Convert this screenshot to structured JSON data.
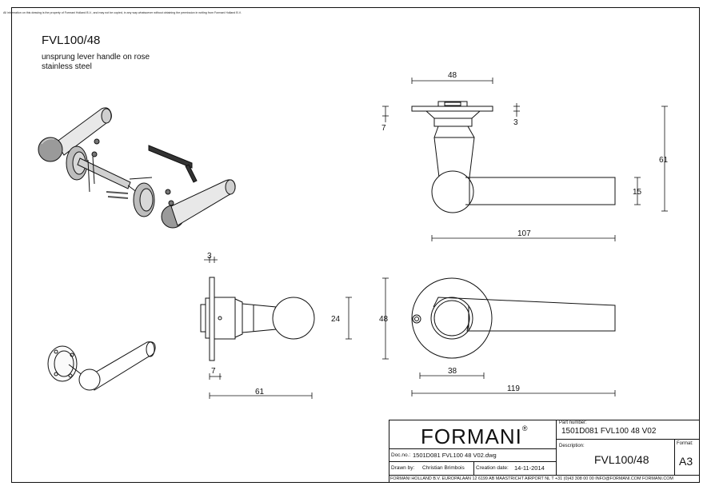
{
  "notice": "All information on this drawing is the property of Formani Holland B.V., and may not be copied, in any way whatsoever without obtaining the permission in writing from Formani Holland B.V.",
  "header": {
    "title": "FVL100/48",
    "description_line1": "unsprung lever handle on rose",
    "description_line2": "stainless steel"
  },
  "dimensions": {
    "top_width": "48",
    "top_plate": "7",
    "top_rose": "3",
    "top_height": "61",
    "top_lever": "15",
    "top_length": "107",
    "side_rose": "3",
    "side_knob": "24",
    "side_plate": "7",
    "side_length": "61",
    "front_diameter": "48",
    "front_inner": "38",
    "front_length": "119"
  },
  "title_block": {
    "brand": "FORMANI",
    "brand_mark": "®",
    "part_number_label": "Part number:",
    "part_number": "1501D081 FVL100 48 V02",
    "description_label": "Description:",
    "description": "FVL100/48",
    "format_label": "Format:",
    "format": "A3",
    "doc_no_label": "Doc.no.:",
    "doc_no": "1501D081 FVL100 48 V02.dwg",
    "drawn_by_label": "Drawn by:",
    "drawn_by": "Christian Brimbois",
    "creation_date_label": "Creation date:",
    "creation_date": "14-11-2014",
    "footer": "FORMANI HOLLAND B.V. EUROPALAAN 12 6199 AB MAASTRICHT AIRPORT NL T +31 (0)43 308 00 00  INFO@FORMANI.COM FORMANI.COM"
  }
}
